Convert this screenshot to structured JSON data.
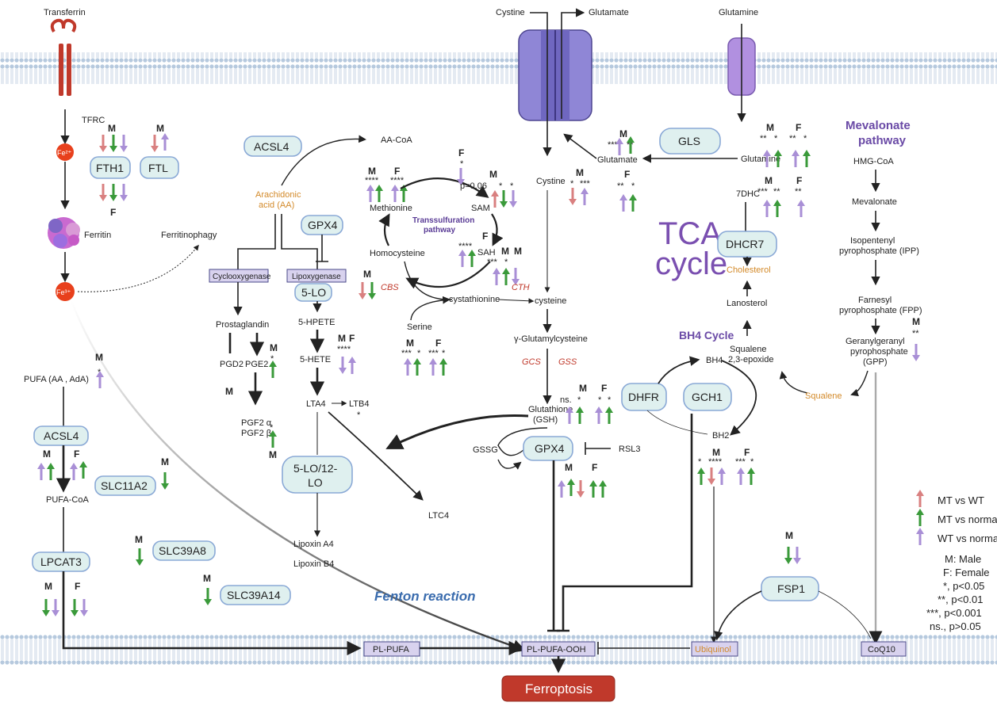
{
  "colors": {
    "red": "#d98080",
    "green": "#3a9a3a",
    "purple": "#a98fd6",
    "box_fill": "#dff0ef",
    "box_stroke": "#8aa9d6",
    "ferroptosis": "#c0392b"
  },
  "transport": {
    "transferrin": "Transferrin",
    "cystine": "Cystine",
    "glutamate": "Glutamate",
    "glutamine": "Glutamine"
  },
  "iron": {
    "tfrc": "TFRC",
    "fe2": "Fe²⁺",
    "fe3": "Fe³⁺",
    "ferritin": "Ferritin",
    "ferritinophagy": "Ferritinophagy",
    "fth1": "FTH1",
    "ftl": "FTL"
  },
  "aa": {
    "acsl4": "ACSL4",
    "aa_coa": "AA-CoA",
    "arachidonic_1": "Arachidonic",
    "arachidonic_2": "acid (AA)",
    "gpx4": "GPX4",
    "cyclooxygenase": "Cyclooxygenase",
    "lipoxygenase": "Lipoxygenase",
    "five_lo": "5-LO",
    "prostaglandin": "Prostaglandin",
    "pgd2": "PGD2",
    "pge2": "PGE2",
    "pgf2a": "PGF2 α",
    "pgf2b": "PGF2 β",
    "hpete": "5-HPETE",
    "hete": "5-HETE",
    "lta4": "LTA4",
    "ltb4": "LTB4",
    "lo12_1": "5-LO/12-",
    "lo12_2": "LO",
    "ltc4": "LTC4",
    "lipoxin_a4": "Lipoxin A4",
    "lipoxin_b4": "Lipoxin B4"
  },
  "transsulf": {
    "methionine": "Methionine",
    "sam": "SAM",
    "sah": "SAH",
    "homocysteine": "Homocysteine",
    "title_1": "Transsulfuration",
    "title_2": "pathway",
    "cbs": "CBS",
    "cth": "CTH",
    "cystathionine": "cystathionine",
    "cysteine": "cysteine",
    "serine": "Serine",
    "p_value": "p=0.06"
  },
  "gsh": {
    "cystine": "Cystine",
    "glutamylcysteine": "γ-Glutamylcysteine",
    "gcs": "GCS",
    "gss": "GSS",
    "glutathione_1": "Glutathione",
    "glutathione_2": "(GSH)",
    "gssg": "GSSG",
    "gpx4": "GPX4",
    "rsl3": "RSL3"
  },
  "tca": {
    "line1": "TCA",
    "line2": "cycle",
    "gls": "GLS",
    "glutamate": "Glutamate",
    "glutamine": "Glutamine"
  },
  "chol": {
    "dhc7": "7DHC",
    "dhcr7": "DHCR7",
    "cholesterol": "Cholesterol",
    "lanosterol": "Lanosterol",
    "squalene_epoxide_1": "Squalene",
    "squalene_epoxide_2": "2,3-epoxide",
    "squalene": "Squalene"
  },
  "bh4": {
    "title": "BH4 Cycle",
    "bh4": "BH4",
    "bh2": "BH2",
    "dhfr": "DHFR",
    "gch1": "GCH1"
  },
  "meva": {
    "title_1": "Mevalonate",
    "title_2": "pathway",
    "hmg": "HMG-CoA",
    "mevalonate": "Mevalonate",
    "ipp_1": "Isopentenyl",
    "ipp_2": "pyrophosphate (IPP)",
    "fpp_1": "Farnesyl",
    "fpp_2": "pyrophosphate (FPP)",
    "gpp_1": "Geranylgeranyl",
    "gpp_2": "pyrophosphate",
    "gpp_3": "(GPP)"
  },
  "lipid": {
    "pufa": "PUFA (AA , AdA)",
    "acsl4": "ACSL4",
    "pufa_coa": "PUFA-CoA",
    "lpcat3": "LPCAT3",
    "slc11a2": "SLC11A2",
    "slc39a8": "SLC39A8",
    "slc39a14": "SLC39A14",
    "fenton": "Fenton reaction",
    "fsp1": "FSP1"
  },
  "bottom": {
    "pl_pufa": "PL-PUFA",
    "pl_pufa_ooh": "PL-PUFA-OOH",
    "ubiquinol": "Ubiquinol",
    "coq10": "CoQ10",
    "ferroptosis": "Ferroptosis"
  },
  "legend": {
    "mt_wt": "MT vs WT",
    "mt_normal": "MT vs normal",
    "wt_normal": "WT vs normal",
    "male": "M: Male",
    "female": "F: Female",
    "p05": "*, p<0.05",
    "p01": "**, p<0.01",
    "p001": "***, p<0.001",
    "ns": "ns., p>0.05"
  },
  "marks": {
    "m": "M",
    "f": "F",
    "s1": "*",
    "s2": "**",
    "s3": "***",
    "s4": "****",
    "ns": "ns."
  }
}
